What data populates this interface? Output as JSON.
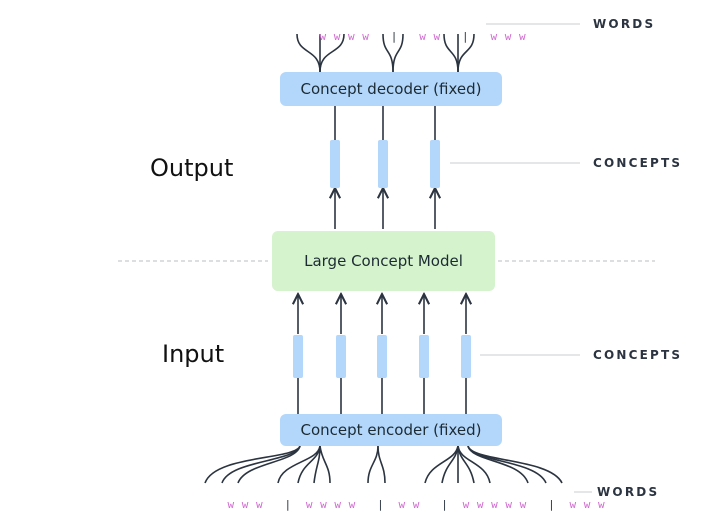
{
  "top_words": {
    "groups": [
      "w w w w",
      "w w",
      "w w w"
    ],
    "separator": "|",
    "tag": "WORDS"
  },
  "bottom_words": {
    "groups": [
      "w w w",
      "w w w w",
      "w w",
      "w w w w w",
      "w w w"
    ],
    "separator": "|",
    "tag": "WORDS"
  },
  "decoder": {
    "label": "Concept decoder (fixed)"
  },
  "encoder": {
    "label": "Concept encoder (fixed)"
  },
  "model": {
    "label": "Large Concept Model"
  },
  "output": {
    "label": "Output",
    "concepts_tag": "CONCEPTS"
  },
  "input": {
    "label": "Input",
    "concepts_tag": "CONCEPTS"
  },
  "colors": {
    "box_blue": "#b3d6fb",
    "box_green": "#d5f3cc",
    "concept_bar": "#b3d6fb",
    "word_pink": "#d06ad0",
    "line": "#2b3440",
    "dashed": "#b8bcc2"
  }
}
